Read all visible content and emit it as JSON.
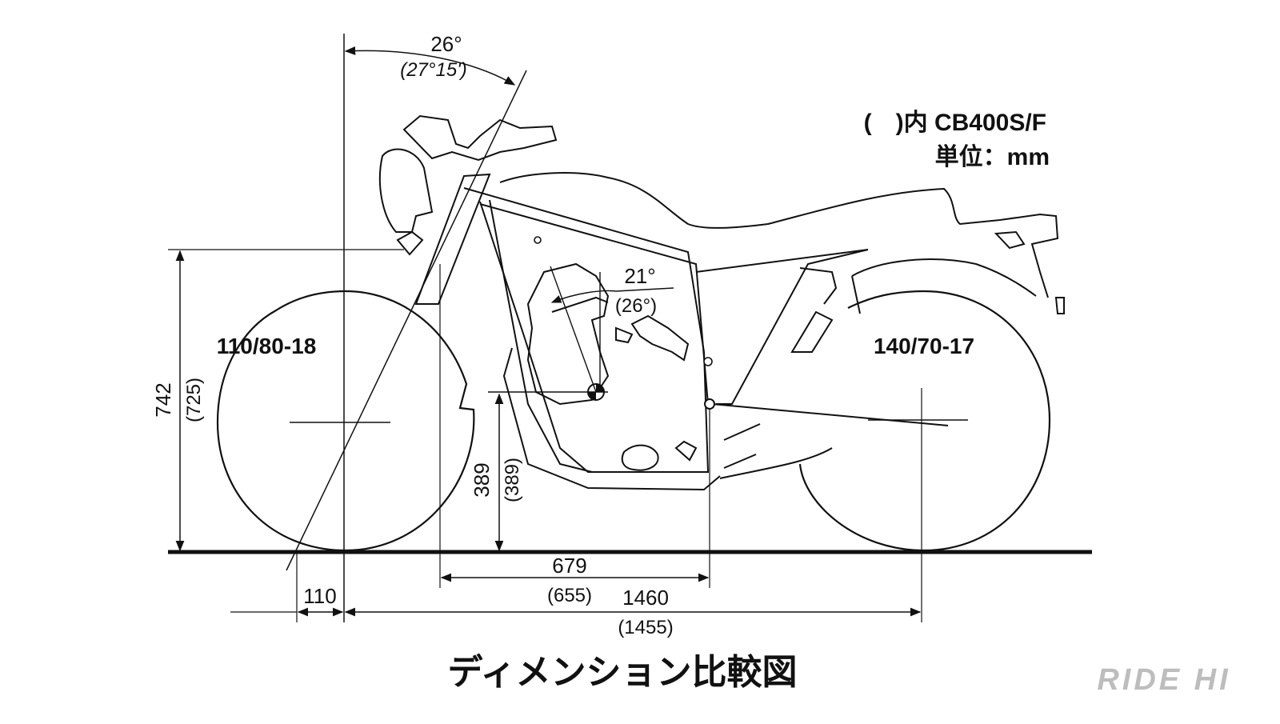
{
  "diagram": {
    "legend": {
      "note": "(　)内 CB400S/F",
      "unit": "単位：mm"
    },
    "tires": {
      "front": "110/80-18",
      "rear": "140/70-17"
    },
    "caster": {
      "value": "26°",
      "alt": "(27°15')"
    },
    "engine_angle": {
      "value": "21°",
      "alt": "(26°)"
    },
    "seat_height": {
      "value": "742",
      "alt": "(725)"
    },
    "ground_clearance": {
      "value": "389",
      "alt": "(389)"
    },
    "pivot_distance": {
      "value": "679",
      "alt": "(655)"
    },
    "wheelbase": {
      "value": "1460",
      "alt": "(1455)"
    },
    "trail": {
      "value": "110"
    },
    "caption": "ディメンション比較図",
    "brand": "RIDE HI"
  }
}
